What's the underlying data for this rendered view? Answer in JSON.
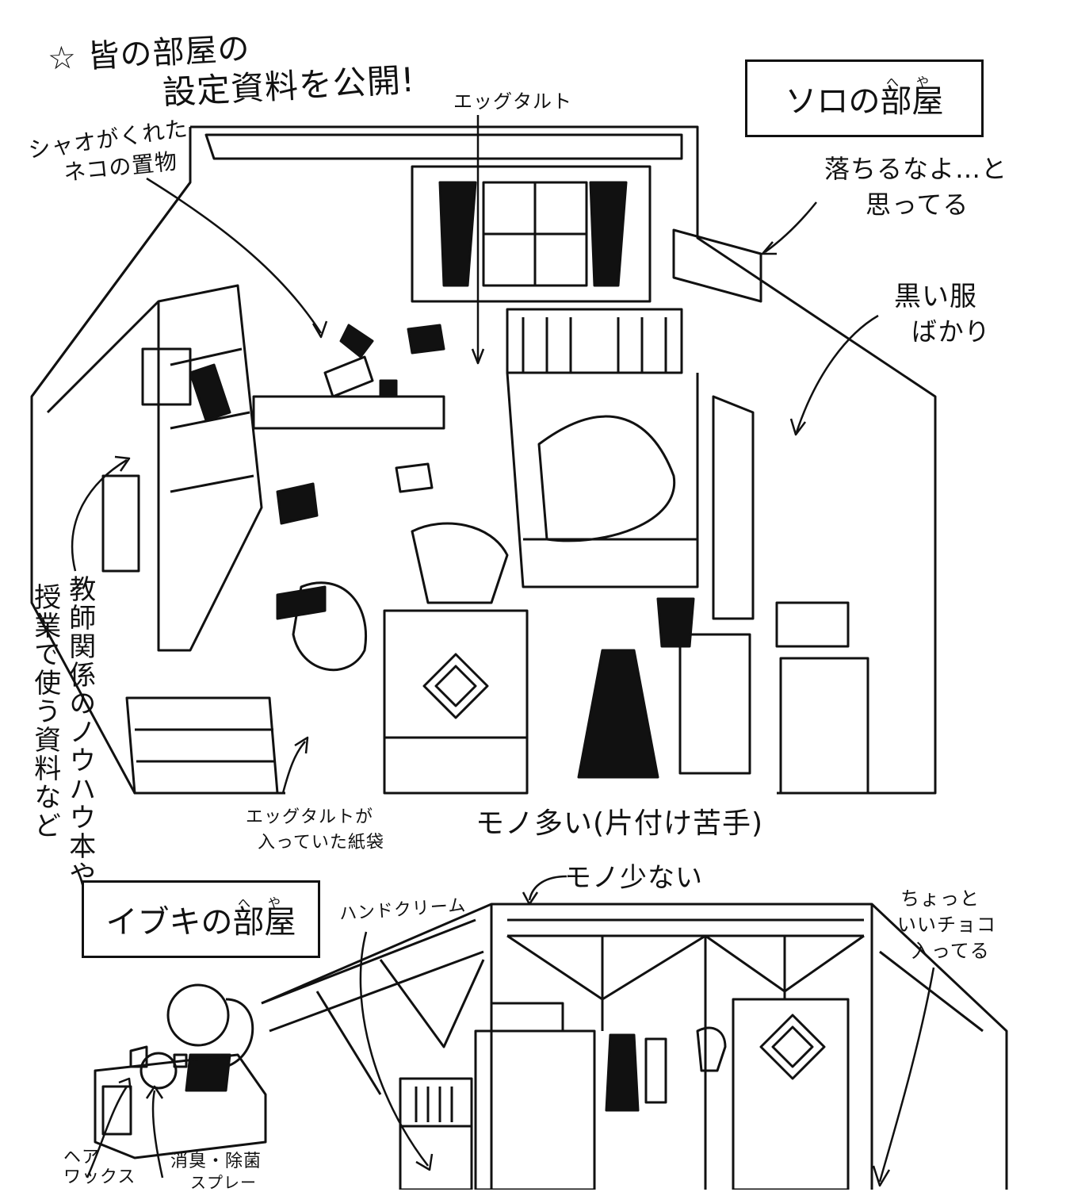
{
  "header": {
    "line1": "☆ 皆の部屋の",
    "line2": "設定資料を公開!"
  },
  "solo_room": {
    "title": "ソロの部屋",
    "ruby_he": "へ",
    "ruby_ya": "や",
    "annotations": {
      "cat_ornament_1": "シャオがくれた",
      "cat_ornament_2": "ネコの置物",
      "egg_tart": "エッグタルト",
      "fall_1": "落ちるなよ…と",
      "fall_2": "思ってる",
      "black_clothes_1": "黒い服",
      "black_clothes_2": "ばかり",
      "teacher_books_col1": "教師関係のノウハウ本や",
      "teacher_books_col2": "授業で使う資料など",
      "paper_bag_1": "エッグタルトが",
      "paper_bag_2": "入っていた紙袋",
      "many_things": "モノ多い(片付け苦手)"
    }
  },
  "ibuki_room": {
    "title": "イブキの部屋",
    "ruby_he": "へ",
    "ruby_ya": "や",
    "annotations": {
      "few_things": "モノ少ない",
      "hand_cream": "ハンドクリーム",
      "choco_1": "ちょっと",
      "choco_2": "いいチョコ",
      "choco_3": "入ってる",
      "hair_wax_1": "ヘア",
      "hair_wax_2": "ワックス",
      "deodorant_1": "消臭・除菌",
      "deodorant_2": "スプレー"
    }
  }
}
